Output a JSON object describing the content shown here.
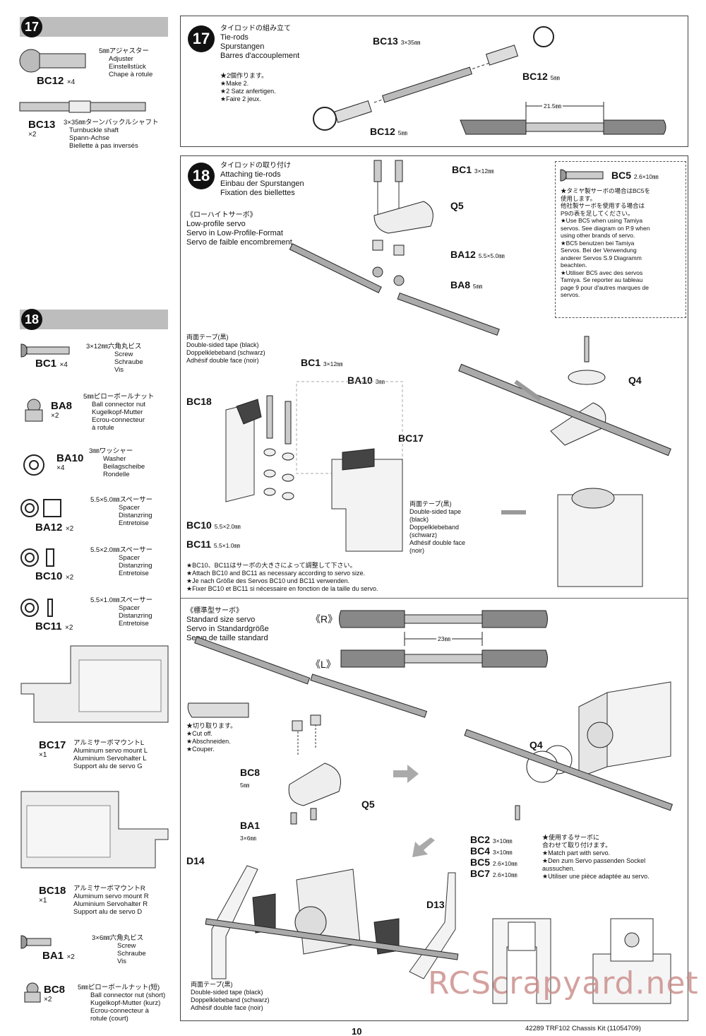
{
  "left_col": {
    "step17_num": "17",
    "step18_num": "18",
    "parts": [
      {
        "id": "bc12",
        "code": "BC12",
        "mult": "×4",
        "jp": "5㎜アジャスター",
        "en": "Adjuster",
        "de": "Einstellstück",
        "fr": "Chape à rotule"
      },
      {
        "id": "bc13",
        "code": "BC13",
        "mult": "×2",
        "jp": "3×35㎜ターンバックルシャフト",
        "en": "Turnbuckle shaft",
        "de": "Spann-Achse",
        "fr": "Biellette à pas inversés"
      },
      {
        "id": "bc1",
        "code": "BC1",
        "mult": "×4",
        "jp": "3×12㎜六角丸ビス",
        "en": "Screw",
        "de": "Schraube",
        "fr": "Vis"
      },
      {
        "id": "ba8",
        "code": "BA8",
        "mult": "×2",
        "jp": "5㎜ピローボールナット",
        "en": "Ball connector nut",
        "de": "Kugelkopf-Mutter",
        "fr": "Ecrou-connecteur",
        "fr2": "à rotule"
      },
      {
        "id": "ba10",
        "code": "BA10",
        "mult": "×4",
        "jp": "3㎜ワッシャー",
        "en": "Washer",
        "de": "Beilagscheibe",
        "fr": "Rondelle"
      },
      {
        "id": "ba12",
        "code": "BA12",
        "mult": "×2",
        "jp": "5.5×5.0㎜スペーサー",
        "en": "Spacer",
        "de": "Distanzring",
        "fr": "Entretoise"
      },
      {
        "id": "bc10",
        "code": "BC10",
        "mult": "×2",
        "jp": "5.5×2.0㎜スペーサー",
        "en": "Spacer",
        "de": "Distanzring",
        "fr": "Entretoise"
      },
      {
        "id": "bc11",
        "code": "BC11",
        "mult": "×2",
        "jp": "5.5×1.0㎜スペーサー",
        "en": "Spacer",
        "de": "Distanzring",
        "fr": "Entretoise"
      },
      {
        "id": "bc17",
        "code": "BC17",
        "mult": "×1",
        "jp": "アルミサーボマウントL",
        "en": "Aluminum servo mount L",
        "de": "Aluminium Servohalter L",
        "fr": "Support alu de servo G"
      },
      {
        "id": "bc18",
        "code": "BC18",
        "mult": "×1",
        "jp": "アルミサーボマウントR",
        "en": "Aluminum servo mount R",
        "de": "Aluminium Servohalter R",
        "fr": "Support alu de servo D"
      },
      {
        "id": "ba1",
        "code": "BA1",
        "mult": "×2",
        "jp": "3×6㎜六角丸ビス",
        "en": "Screw",
        "de": "Schraube",
        "fr": "Vis"
      },
      {
        "id": "bc8",
        "code": "BC8",
        "mult": "×2",
        "jp": "5㎜ピローボールナット(短)",
        "en": "Ball connector nut (short)",
        "de": "Kugelkopf-Mutter (kurz)",
        "fr": "Ecrou-connecteur à",
        "fr2": "rotule (court)"
      }
    ]
  },
  "step17": {
    "num": "17",
    "title_jp": "タイロッドの組み立て",
    "title_en": "Tie-rods",
    "title_de": "Spurstangen",
    "title_fr": "Barres d'accouplement",
    "notes": [
      "★2個作ります。",
      "★Make 2.",
      "★2 Satz anfertigen.",
      "★Faire 2 jeux."
    ],
    "labels": {
      "bc13": "BC13",
      "bc13_size": "3×35㎜",
      "bc12a": "BC12",
      "bc12a_size": "5㎜",
      "bc12b": "BC12",
      "bc12b_size": "5㎜",
      "dim": "21.5㎜"
    }
  },
  "step18": {
    "num": "18",
    "title_jp": "タイロッドの取り付け",
    "title_en": "Attaching tie-rods",
    "title_de": "Einbau der Spurstangen",
    "title_fr": "Fixation des biellettes",
    "lowprofile": {
      "jp": "《ローハイトサーボ》",
      "en": "Low-profile servo",
      "de": "Servo in Low-Profile-Format",
      "fr": "Servo de faible encombrement"
    },
    "labels": {
      "bc1": "BC1",
      "bc1_size": "3×12㎜",
      "q5": "Q5",
      "ba12": "BA12",
      "ba12_size": "5.5×5.0㎜",
      "ba8": "BA8",
      "ba8_size": "5㎜",
      "q4": "Q4",
      "bc1b": "BC1",
      "bc1b_size": "3×12㎜",
      "ba10": "BA10",
      "ba10_size": "3㎜",
      "bc18": "BC18",
      "bc17": "BC17",
      "bc10": "BC10",
      "bc10_size": "5.5×2.0㎜",
      "bc11": "BC11",
      "bc11_size": "5.5×1.0㎜"
    },
    "tape1": [
      "両面テープ(黒)",
      "Double-sided tape (black)",
      "Doppelklebeband (schwarz)",
      "Adhésif double face (noir)"
    ],
    "tape2": [
      "両面テープ(黒)",
      "Double-sided tape",
      "(black)",
      "Doppelklebeband",
      "(schwarz)",
      "Adhésif double face",
      "(noir)"
    ],
    "bc5box": {
      "code": "BC5",
      "size": "2.6×10㎜",
      "lines": [
        "★タミヤ製サーボの場合はBC5を",
        "使用します。",
        "他社製サーボを使用する場合は",
        "P9の表を足してください。",
        "★Use BC5 when using Tamiya",
        "servos. See diagram on P.9 when",
        "using other brands of servo.",
        "★BC5 benutzen bei Tamiya",
        "Servos. Bei der Verwendung",
        "anderer Servos S.9 Diagramm",
        "beachten.",
        "★Utiliser BC5 avec des servos",
        "Tamiya. Se reporter au tableau",
        "page 9 pour d'autres marques de",
        "servos."
      ]
    },
    "spacer_notes": [
      "★BC10、BC11はサーボの大きさによって調整して下さい。",
      "★Attach BC10 and BC11 as necessary according to servo size.",
      "★Je nach Größe des Servos BC10 und BC11 verwenden.",
      "★Fixer BC10 et BC11 si nécessaire en fonction de la taille du servo."
    ],
    "standard": {
      "jp": "《標準型サーボ》",
      "en": "Standard size servo",
      "de": "Servo in Standardgröße",
      "fr": "Servo de taille standard"
    },
    "std_labels": {
      "r": "《R》",
      "l": "《L》",
      "dim": "23㎜",
      "bc8": "BC8",
      "bc8_size": "5㎜",
      "q5": "Q5",
      "ba1": "BA1",
      "ba1_size": "3×6㎜",
      "q4": "Q4",
      "d14": "D14",
      "d13": "D13"
    },
    "cut": [
      "★切り取ります。",
      "★Cut off.",
      "★Abschneiden.",
      "★Couper."
    ],
    "servo_parts": [
      {
        "code": "BC2",
        "size": "3×10㎜"
      },
      {
        "code": "BC4",
        "size": "3×10㎜"
      },
      {
        "code": "BC5",
        "size": "2.6×10㎜"
      },
      {
        "code": "BC7",
        "size": "2.6×10㎜"
      }
    ],
    "match_notes": [
      "★使用するサーボに",
      "合わせて取り付けます。",
      "★Match part with servo.",
      "★Den zum Servo passenden Sockel",
      "aussuchen.",
      "★Utiliser une pièce adaptée au servo."
    ],
    "tape3": [
      "両面テープ(黒)",
      "Double-sided tape (black)",
      "Doppelklebeband (schwarz)",
      "Adhésif double face (noir)"
    ]
  },
  "footer": {
    "page": "10",
    "kit": "42289  TRF102 Chassis Kit  (11054709)"
  },
  "watermark": "RCScrapyard.net"
}
